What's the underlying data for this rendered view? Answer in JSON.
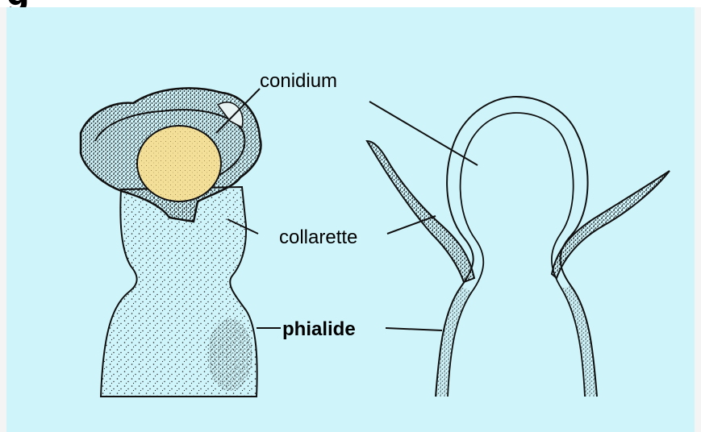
{
  "title_fragment": "g",
  "diagram": {
    "labels": {
      "conidium": "conidium",
      "collarette": "collarette",
      "phialide": "phialide"
    },
    "colors": {
      "background": "#cff5fb",
      "conidium_fill": "#f3df97",
      "ink": "#111111"
    }
  }
}
